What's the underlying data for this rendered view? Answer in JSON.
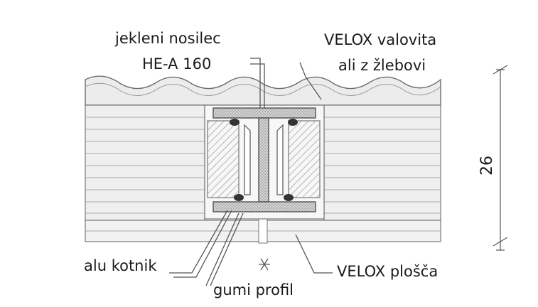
{
  "labels": {
    "beam_line1": "jekleni nosilec",
    "beam_line2": "HE-A 160",
    "sheet_line1": "VELOX valovita",
    "sheet_line2": "ali z žlebovi",
    "angle": "alu kotnik",
    "rubber": "gumi profil",
    "board": "VELOX plošča"
  },
  "dimension": {
    "value": "26"
  },
  "colors": {
    "line": "#555555",
    "fill": "#e9e9e9",
    "hatch": "#8a8a8a",
    "text": "#1a1a1a"
  }
}
